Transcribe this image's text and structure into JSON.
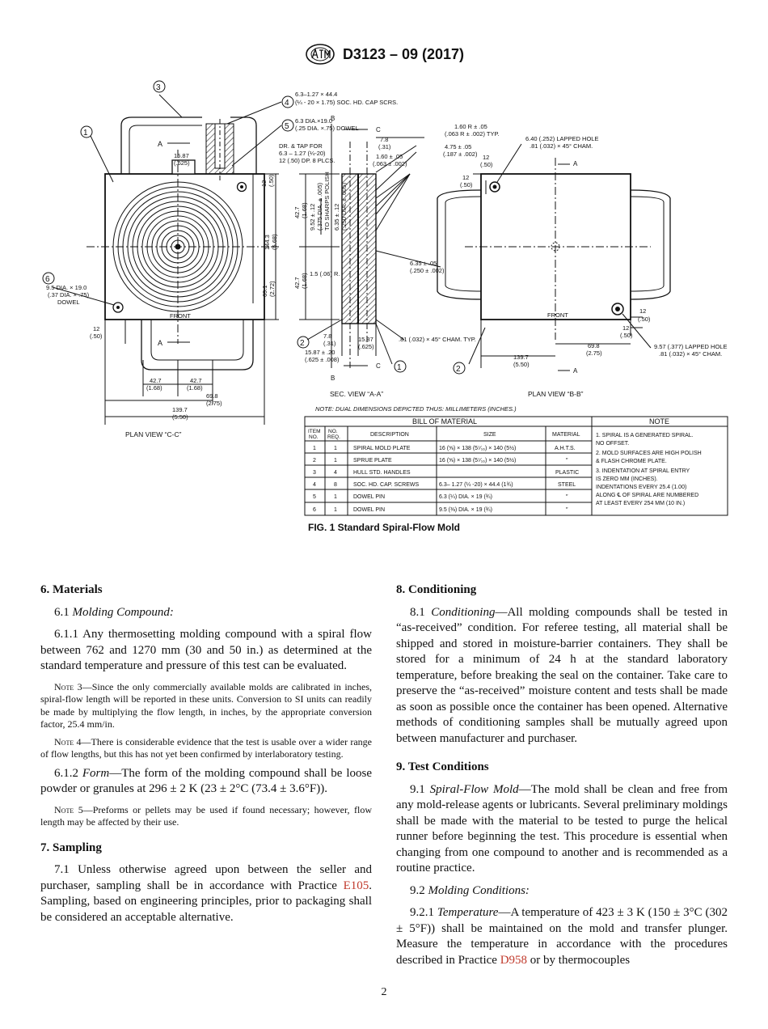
{
  "header": {
    "code": "D3123 – 09 (2017)"
  },
  "figure": {
    "caption": "FIG. 1 Standard Spiral-Flow Mold",
    "plan_cc": {
      "title": "PLAN VIEW “C-C”",
      "callouts": [
        "①",
        "③",
        "④",
        "⑤",
        "⑥"
      ],
      "labels": {
        "screws": "6.3–1.27 × 44.4",
        "screws_in": "(¼ - 20 × 1.75) SOC. HD. CAP SCRS.",
        "dowel": "6.3 DIA.×19.0",
        "dowel_in": "(.25 DIA. ×.75) DOWEL",
        "a": "A",
        "w1": "15.87",
        "w1_in": "(.625)",
        "front": "FRONT",
        "d6a": "9.5 DIA. × 19.0",
        "d6b": "(.37 DIA. × .75)",
        "d6c": "DOWEL",
        "e12": "12",
        "e12_in": "(.50)",
        "h1": "42.7",
        "h1_in": "(1.68)",
        "h2": "42.7",
        "h2_in": "(1.68)",
        "h3": "69.8",
        "h3_in": "(2.75)",
        "h4": "139.7",
        "h4_in": "(5.50)",
        "v1": "144.3",
        "v1_in": "(5.68)",
        "v2": "69.1",
        "v2_in": "(2.72)",
        "v3": "12",
        "v3_in": "(.50)"
      }
    },
    "sec_aa": {
      "title": "SEC. VIEW “A-A”",
      "labels": {
        "b": "B",
        "c": "C",
        "tap1": "DR. & TAP FOR",
        "tap2": "6.3 – 1.27 (¼-20)",
        "tap3": "12 (.50) DP. 8 PLCS.",
        "d78": "7.8",
        "d78_in": "(.31)",
        "d160": "1.60 ± .05",
        "d160_in": "(.063 ± .002)",
        "r160": "1.60 R ± .05",
        "r160_in": "(.063 R ± .002) TYP.",
        "d475": "4.75 ± .05",
        "d475_in": "(.187 ± .002)",
        "v952": "9.52 ± .12",
        "v952b": "(.375 DIA. ± .005)",
        "v952c": "TO SHARPS POLISH",
        "v635": "6.35 ± .12",
        "v635b": "(.250 DIA. ± .005)",
        "v427": "42.7",
        "v427_in": "(1.68)",
        "v427b": "42.7",
        "v427b_in": "(1.68)",
        "r15": "1.5 (.06) R.",
        "d635": "6.35 ± .05",
        "d635_in": "(.250 ± .002)",
        "cham": ".81 (.032) × 45° CHAM. TYP.",
        "b78": "7.8",
        "b78_in": "(.31)",
        "b1587": "15.87 ± .20",
        "b1587_in": "(.625 ± .008)",
        "c1587": "15.87",
        "c1587_in": "(.625)"
      }
    },
    "plan_bb": {
      "title": "PLAN VIEW “B-B”",
      "labels": {
        "hole1": "6.40 (.252) LAPPED HOLE",
        "hole1b": ".81 (.032) × 45° CHAM.",
        "hole2": "9.57 (.377) LAPPED HOLE",
        "hole2b": ".81 (.032) × 45° CHAM.",
        "a": "A",
        "front": "FRONT",
        "e12a": "12",
        "e12a_in": "(.50)",
        "e12b": "12",
        "e12b_in": "(.50)",
        "e12c": "12",
        "e12c_in": "(.50)",
        "e12d": "12",
        "e12d_in": "(.50)",
        "w698": "69.8",
        "w698_in": "(2.75)",
        "w1397": "139.7",
        "w1397_in": "(5.50)"
      }
    },
    "dual_note": "NOTE: DUAL DIMENSIONS DEPICTED THUS: MILLIMETERS (INCHES.)",
    "bom": {
      "title": "BILL OF MATERIAL",
      "headers": [
        "ITEM NO.",
        "NO. REQ.",
        "DESCRIPTION",
        "SIZE",
        "MATERIAL"
      ],
      "rows": [
        [
          "1",
          "1",
          "SPIRAL MOLD PLATE",
          "16 (⅝) × 138 (5⁷⁄₁₆) × 140 (5½)",
          "A.H.T.S."
        ],
        [
          "2",
          "1",
          "SPRUE PLATE",
          "16 (⅝) × 138 (5⁷⁄₁₆) × 140 (5½)",
          "″"
        ],
        [
          "3",
          "4",
          "HULL STD. HANDLES",
          "",
          "PLASTIC"
        ],
        [
          "4",
          "8",
          "SOC. HD. CAP. SCREWS",
          "6.3– 1.27 (¼ -20) × 44.4 (1¾)",
          "STEEL"
        ],
        [
          "5",
          "1",
          "DOWEL PIN",
          "6.3 (¼) DIA. × 19 (¾)",
          "″"
        ],
        [
          "6",
          "1",
          "DOWEL PIN",
          "9.5 (⅜) DIA. × 19 (¾)",
          "″"
        ]
      ],
      "note_title": "NOTE",
      "notes": [
        "1. SPIRAL IS A GENERATED SPIRAL.",
        "    NO OFFSET.",
        "2. MOLD SURFACES ARE HIGH POLISH",
        "    & FLASH CHROME PLATE.",
        "3. INDENTATION AT SPIRAL ENTRY",
        "    IS ZERO MM (INCHES).",
        "    INDENTATIONS EVERY 25.4 (1.00)",
        "    ALONG ℄ OF SPIRAL ARE NUMBERED",
        "    AT LEAST EVERY 254 MM (10 IN.)"
      ]
    }
  },
  "left": {
    "s6_title": "6. Materials",
    "s61_num": "6.1",
    "s61_title": "Molding Compound:",
    "s611": "6.1.1 Any thermosetting molding compound with a spiral flow between 762 and 1270 mm (30 and 50 in.) as determined at the standard temperature and pressure of this test can be evaluated.",
    "n3_label": "Note 3",
    "n3_text": "—Since the only commercially available molds are calibrated in inches, spiral-flow length will be reported in these units. Conversion to SI units can readily be made by multiplying the flow length, in inches, by the appropriate conversion factor, 25.4 mm/in.",
    "n4_label": "Note 4",
    "n4_text": "—There is considerable evidence that the test is usable over a wider range of flow lengths, but this has not yet been confirmed by interlaboratory testing.",
    "s612_num": "6.1.2",
    "s612_title": "Form",
    "s612_text": "—The form of the molding compound shall be loose powder or granules at 296 ± 2 K (23 ± 2°C (73.4 ± 3.6°F)).",
    "n5_label": "Note 5",
    "n5_text": "—Preforms or pellets may be used if found necessary; however, flow length may be affected by their use.",
    "s7_title": "7. Sampling",
    "s71_a": "7.1 Unless otherwise agreed upon between the seller and purchaser, sampling shall be in accordance with Practice ",
    "s71_link": "E105",
    "s71_b": ". Sampling, based on engineering principles, prior to packaging shall be considered an acceptable alternative."
  },
  "right": {
    "s8_title": "8. Conditioning",
    "s81_num": "8.1",
    "s81_title": "Conditioning",
    "s81_text": "—All molding compounds shall be tested in “as-received” condition. For referee testing, all material shall be shipped and stored in moisture-barrier containers. They shall be stored for a minimum of 24 h at the standard laboratory temperature, before breaking the seal on the container. Take care to preserve the “as-received” moisture content and tests shall be made as soon as possible once the container has been opened. Alternative methods of conditioning samples shall be mutually agreed upon between manufacturer and purchaser.",
    "s9_title": "9. Test Conditions",
    "s91_num": "9.1",
    "s91_title": "Spiral-Flow Mold",
    "s91_text": "—The mold shall be clean and free from any mold-release agents or lubricants. Several preliminary moldings shall be made with the material to be tested to purge the helical runner before beginning the test. This procedure is essential when changing from one compound to another and is recommended as a routine practice.",
    "s92_num": "9.2",
    "s92_title": "Molding Conditions:",
    "s921_num": "9.2.1",
    "s921_title": "Temperature",
    "s921_a": "—A temperature of 423 ± 3 K (150 ± 3°C (302 ± 5°F)) shall be maintained on the mold and transfer plunger. Measure the temperature in accordance with the procedures described in Practice ",
    "s921_link": "D958",
    "s921_b": " or by thermocouples"
  },
  "page_number": "2"
}
